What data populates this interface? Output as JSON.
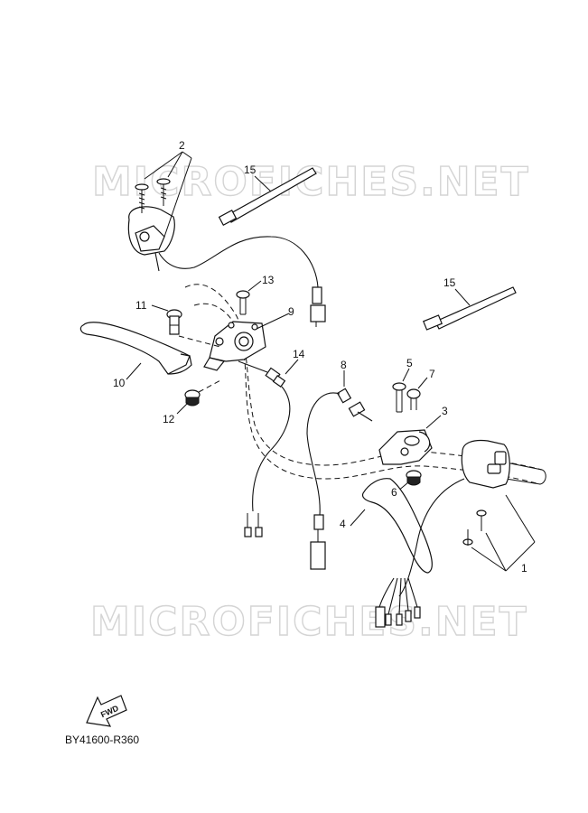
{
  "watermarks": [
    "MICROFICHES.NET",
    "MICROFICHES.NET"
  ],
  "callouts": [
    "1",
    "2",
    "3",
    "4",
    "5",
    "6",
    "7",
    "8",
    "9",
    "10",
    "11",
    "12",
    "13",
    "14",
    "15",
    "15"
  ],
  "fwd_label": "FWD",
  "diagram_code": "BY41600-R360"
}
